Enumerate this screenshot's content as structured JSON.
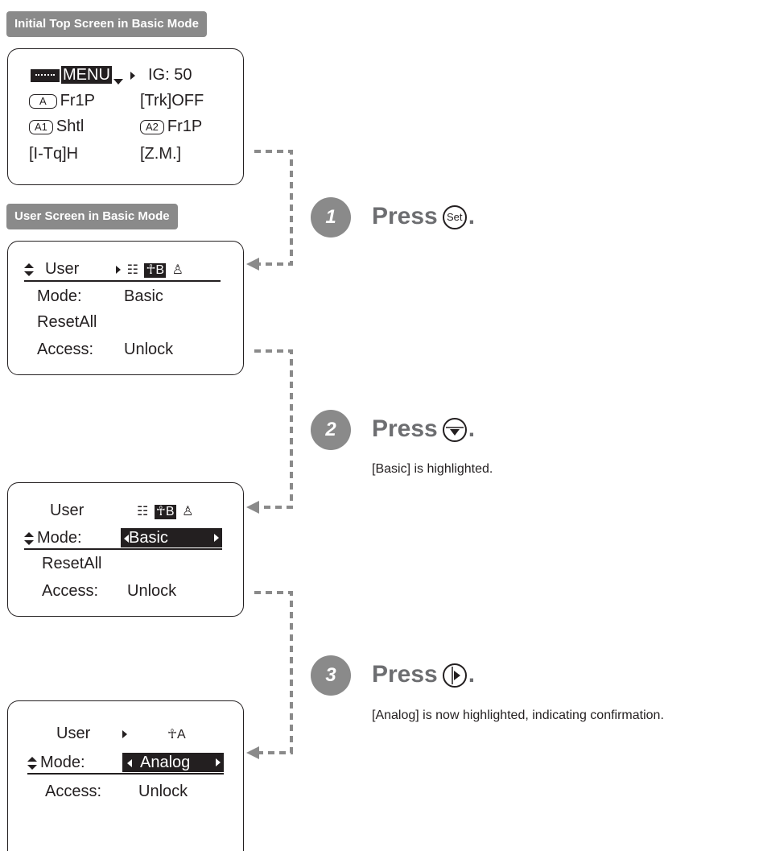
{
  "labels": {
    "top": "Initial Top Screen in Basic Mode",
    "user": "User Screen in Basic Mode"
  },
  "top_screen": {
    "menu": "MENU",
    "ig": "IG: 50",
    "a_box": "A",
    "a_val": "Fr1P",
    "trk": "[Trk]OFF",
    "a1_box": "A1",
    "a1_val": "Shtl",
    "a2_box": "A2",
    "a2_val": "Fr1P",
    "itq": "[I-Tq]H",
    "zm": "[Z.M.]"
  },
  "screen1": {
    "title": "User",
    "icon_b": "B",
    "mode_label": "Mode:",
    "mode_value": "Basic",
    "reset": "ResetAll",
    "access_label": "Access:",
    "access_value": "Unlock"
  },
  "screen2": {
    "title": "User",
    "icon_b": "B",
    "mode_label": "Mode:",
    "mode_value": "Basic",
    "reset": "ResetAll",
    "access_label": "Access:",
    "access_value": "Unlock"
  },
  "screen3": {
    "title": "User",
    "icon_a": "A",
    "mode_label": "Mode:",
    "mode_value": "Analog",
    "access_label": "Access:",
    "access_value": "Unlock"
  },
  "steps": [
    {
      "num": "1",
      "press": "Press",
      "button": "Set",
      "note": ""
    },
    {
      "num": "2",
      "press": "Press",
      "button": "down",
      "note": "[Basic] is highlighted."
    },
    {
      "num": "3",
      "press": "Press",
      "button": "right",
      "note": "[Analog] is now highlighted, indicating confirmation."
    }
  ]
}
